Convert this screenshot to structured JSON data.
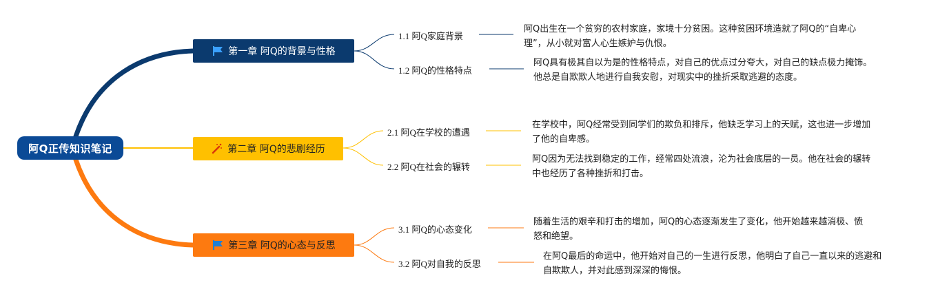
{
  "root": {
    "label": "阿Q正传知识笔记",
    "color": "#0b4a96"
  },
  "chapters": [
    {
      "label": "第一章 阿Q的背景与性格",
      "icon": "flag-icon",
      "color": "#0b3a6e",
      "sections": [
        {
          "label": "1.1 阿Q家庭背景",
          "text": "阿Q出生在一个贫穷的农村家庭，家境十分贫困。这种贫困环境造就了阿Q的“自卑心理”，从小就对富人心生嫉妒与仇恨。"
        },
        {
          "label": "1.2 阿Q的性格特点",
          "text": "阿Q具有极其自以为是的性格特点，对自己的优点过分夸大，对自己的缺点极力掩饰。他总是自欺欺人地进行自我安慰，对现实中的挫折采取逃避的态度。"
        }
      ]
    },
    {
      "label": "第二章 阿Q的悲剧经历",
      "icon": "magic-wand-icon",
      "color": "#ffc000",
      "sections": [
        {
          "label": "2.1 阿Q在学校的遭遇",
          "text": "在学校中，阿Q经常受到同学们的欺负和排斥，他缺乏学习上的天赋，这也进一步增加了他的自卑感。"
        },
        {
          "label": "2.2 阿Q在社会的辗转",
          "text": "阿Q因为无法找到稳定的工作，经常四处流浪，沦为社会底层的一员。他在社会的辗转中也经历了各种挫折和打击。"
        }
      ]
    },
    {
      "label": "第三章 阿Q的心态与反思",
      "icon": "flag-icon",
      "color": "#fd7a10",
      "sections": [
        {
          "label": "3.1 阿Q的心态变化",
          "text": "随着生活的艰辛和打击的增加，阿Q的心态逐渐发生了变化，他开始越来越消极、愤怒和绝望。"
        },
        {
          "label": "3.2 阿Q对自我的反思",
          "text": "在阿Q最后的命运中，他开始对自己的一生进行反思，他明白了自己一直以来的逃避和自欺欺人，并对此感到深深的悔恨。"
        }
      ]
    }
  ]
}
